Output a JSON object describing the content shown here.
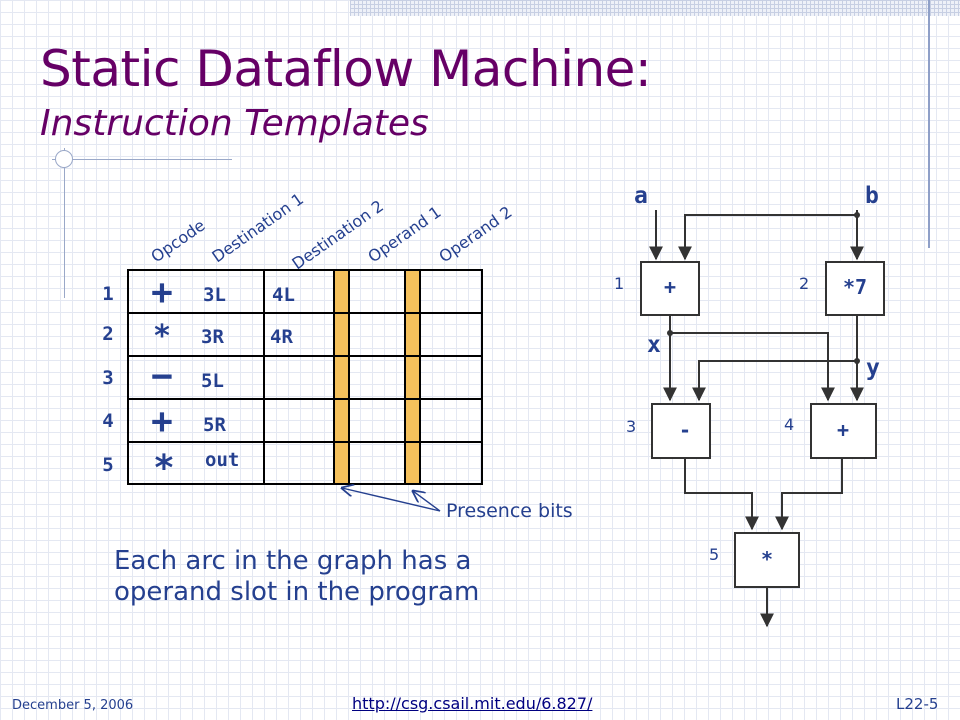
{
  "slide": {
    "title": "Static Dataflow Machine:",
    "subtitle": "Instruction Templates",
    "caption_line1": "Each arc in the graph has a",
    "caption_line2": "operand slot in the program",
    "footer_date": "December 5, 2006",
    "footer_url": "http://csg.csail.mit.edu/6.827/",
    "footer_page": "L22-5"
  },
  "table": {
    "headers": [
      "Opcode",
      "Destination 1",
      "Destination 2",
      "Operand 1",
      "Operand 2"
    ],
    "rows": [
      {
        "num": "1",
        "opcode": "+",
        "dest1": "3L",
        "dest2": "4L"
      },
      {
        "num": "2",
        "opcode": "*",
        "dest1": "3R",
        "dest2": "4R"
      },
      {
        "num": "3",
        "opcode": "−",
        "dest1": "5L",
        "dest2": ""
      },
      {
        "num": "4",
        "opcode": "+",
        "dest1": "5R",
        "dest2": ""
      },
      {
        "num": "5",
        "opcode": "*",
        "dest1": "out",
        "dest2": ""
      }
    ],
    "presence_label": "Presence bits",
    "presence_color": "#f5c15c"
  },
  "graph": {
    "inputs": {
      "a": "a",
      "b": "b"
    },
    "arc_labels": {
      "x": "x",
      "y": "y"
    },
    "nodes": [
      {
        "num": "1",
        "op": "+"
      },
      {
        "num": "2",
        "op": "*7"
      },
      {
        "num": "3",
        "op": "-"
      },
      {
        "num": "4",
        "op": "+"
      },
      {
        "num": "5",
        "op": "*"
      }
    ]
  },
  "colors": {
    "title": "#660066",
    "text_blue": "#25408f",
    "url_blue": "#000080"
  }
}
